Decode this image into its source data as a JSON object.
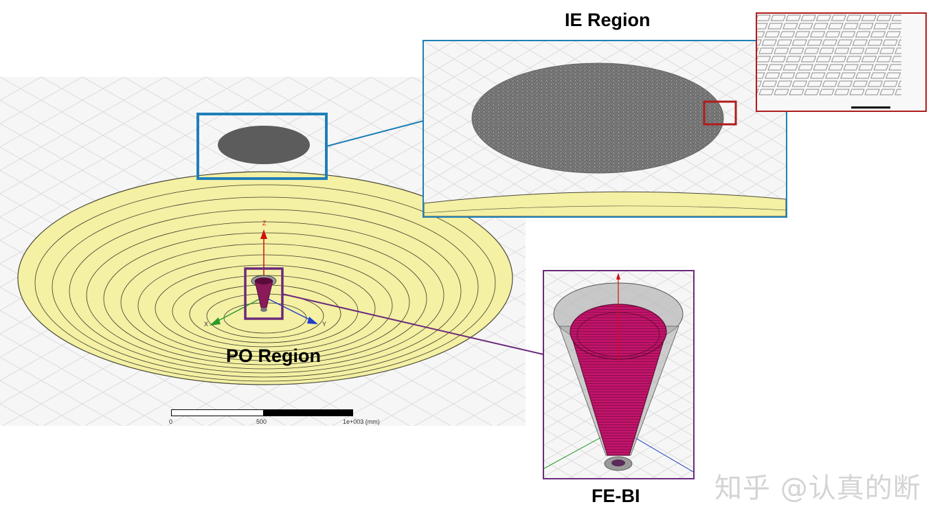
{
  "labels": {
    "ie_region": "IE Region",
    "po_region": "PO Region",
    "fe_bi": "FE-BI"
  },
  "scale_bar": {
    "ticks": [
      "0",
      "500",
      "1e+003 (mm)"
    ]
  },
  "axes": {
    "x": "X",
    "y": "Y",
    "z": "Z"
  },
  "watermark": "知乎 @认真的断",
  "colors": {
    "po_fill": "#f4f0a4",
    "po_ring": "#3a3a2a",
    "ie_mesh": "#7a7a7a",
    "feed_horn": "#c0146a",
    "ie_callout": "#1f7fb8",
    "fe_callout": "#6b2a7a",
    "zoom_callout": "#b01c1c",
    "axis_x": "#2a9a2a",
    "axis_y": "#1f3fc8",
    "axis_z": "#d01010"
  }
}
